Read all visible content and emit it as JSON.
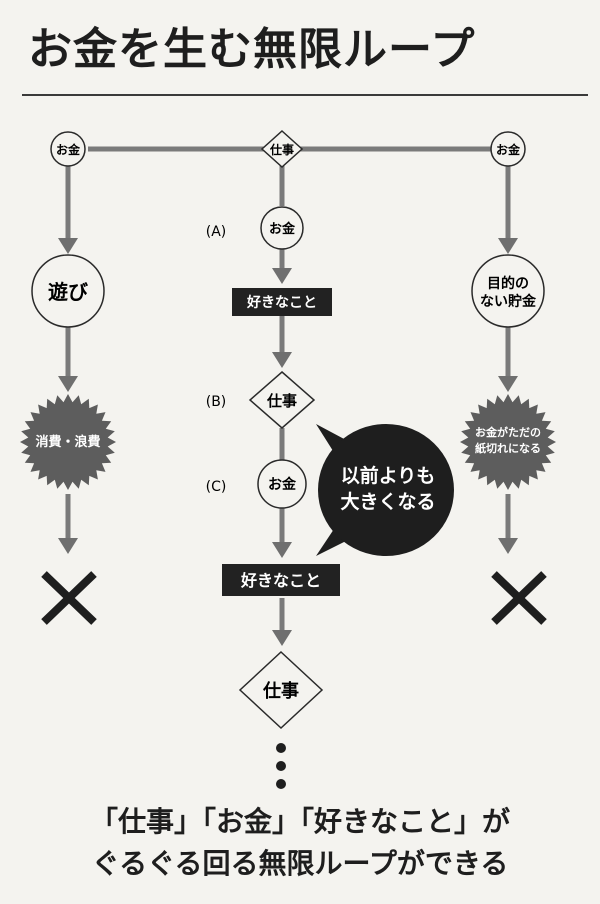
{
  "title": "お金を生む無限ループ",
  "nodes": {
    "top_left": "お金",
    "top_center": "仕事",
    "top_right": "お金",
    "label_a": "(A)",
    "label_b": "(B)",
    "label_c": "(C)",
    "mid_money_a": "お金",
    "mid_work_b": "仕事",
    "mid_money_c": "お金",
    "like_1": "好きなこと",
    "like_2": "好きなこと",
    "work_bottom": "仕事",
    "left_play": "遊び",
    "left_waste": "消費・浪費",
    "right_saving": [
      "目的の",
      "ない貯金"
    ],
    "right_paper": [
      "お金がただの",
      "紙切れになる"
    ],
    "bubble": [
      "以前よりも",
      "大きくなる"
    ]
  },
  "caption": [
    "「仕事」「お金」「好きなこと」が",
    "ぐるぐる回る無限ループができる"
  ],
  "colors": {
    "ink": "#1e1e1e",
    "arrow": "#6f6f6f",
    "box": "#222222",
    "burst": "#5d5d5d",
    "paper": "#f4f3ef"
  }
}
